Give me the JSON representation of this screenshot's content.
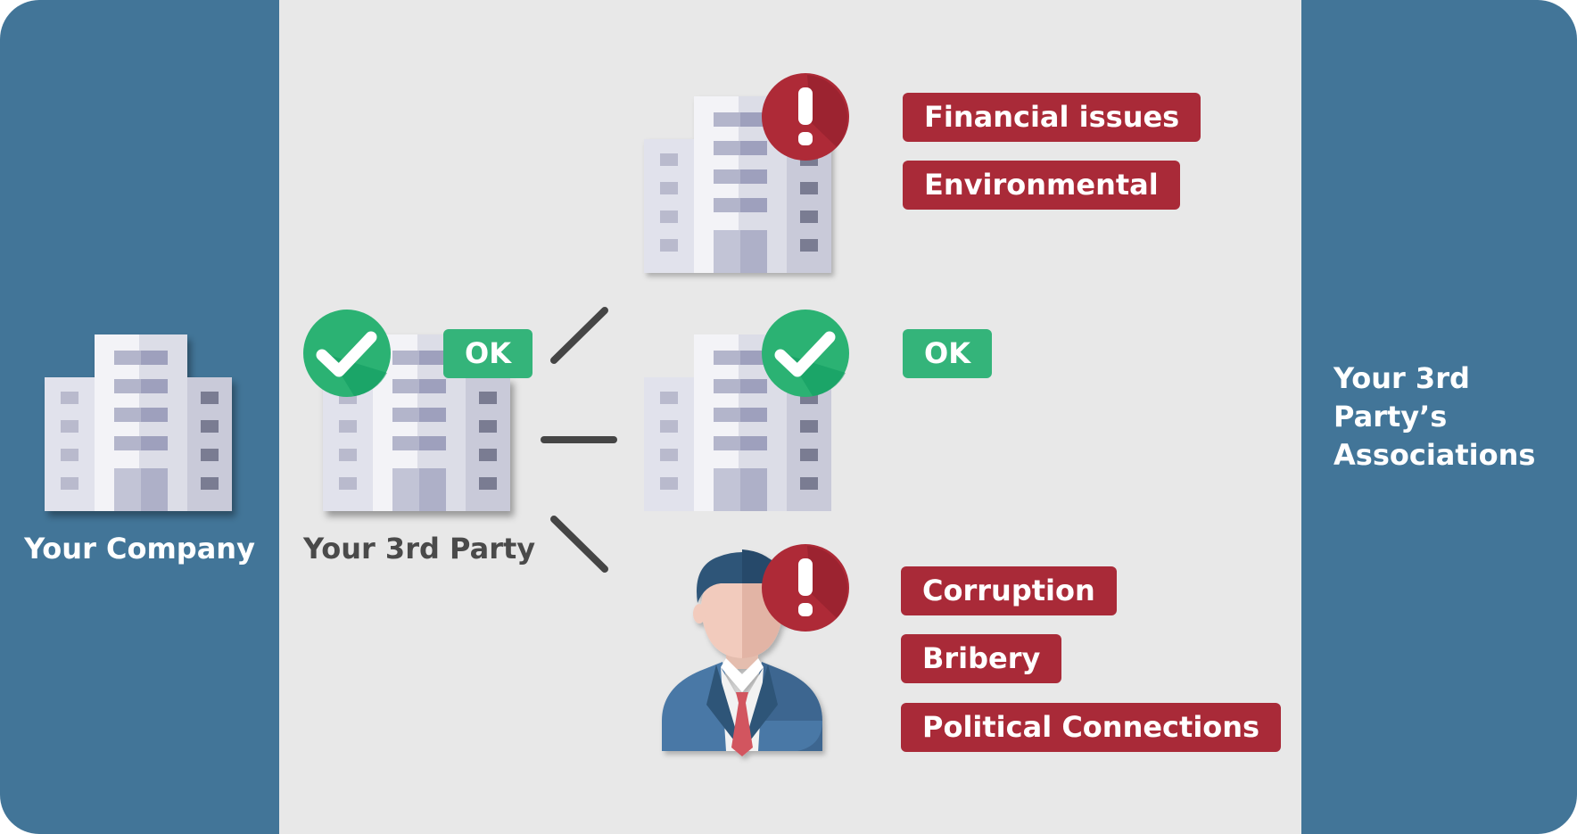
{
  "panels": {
    "left_label": "Your Company",
    "center_label": "Your 3rd Party",
    "right_label": "Your 3rd Party’s Associations"
  },
  "third_party": {
    "status": "OK",
    "status_color": "#34b47a"
  },
  "associations": [
    {
      "type": "building",
      "status": "alert",
      "tags": [
        "Financial issues",
        "Environmental"
      ]
    },
    {
      "type": "building",
      "status": "ok",
      "tags": [
        "OK"
      ]
    },
    {
      "type": "person",
      "status": "alert",
      "tags": [
        "Corruption",
        "Bribery",
        "Political Connections"
      ]
    }
  ],
  "colors": {
    "side_panel": "#427598",
    "center_panel": "#e8e8e8",
    "alert_red": "#a92a38",
    "ok_green": "#34b47a",
    "check_green": "#2bb273"
  },
  "icons": {
    "company": "office-building-icon",
    "alert": "exclamation-icon",
    "ok": "checkmark-icon",
    "person": "businessman-icon"
  }
}
